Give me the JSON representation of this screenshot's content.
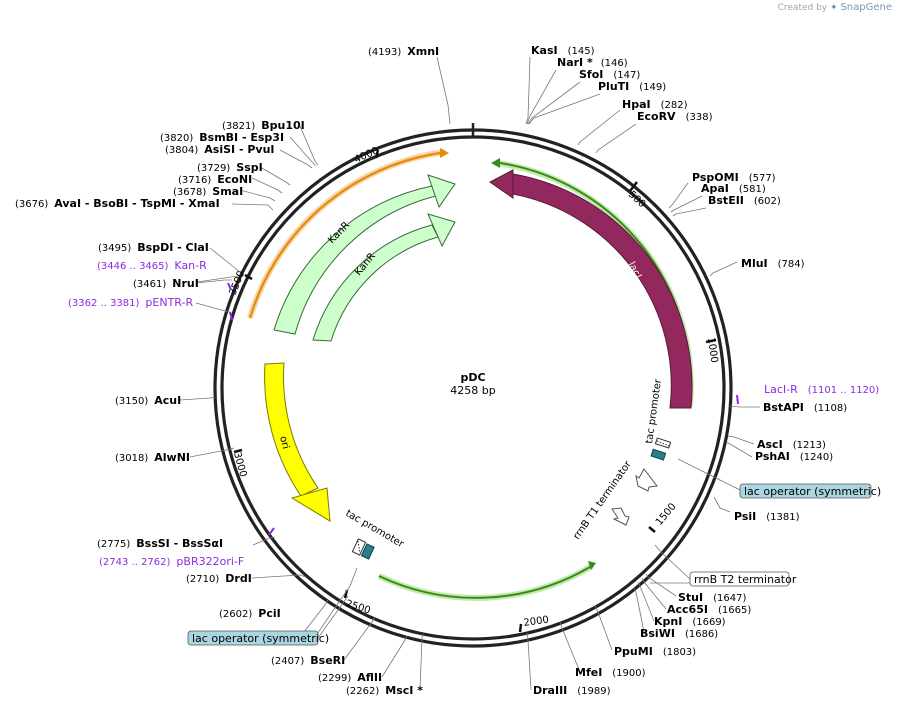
{
  "watermark": {
    "prefix": "Created by",
    "brand": "SnapGene"
  },
  "plasmid": {
    "name": "pDC",
    "length_label": "4258 bp",
    "length": 4258
  },
  "ticks": [
    "500",
    "1000",
    "1500",
    "2000",
    "2500",
    "3000",
    "3500",
    "4000"
  ],
  "enzymes": [
    {
      "id": "xmni",
      "name": "XmnI",
      "pos": "(4193)"
    },
    {
      "id": "kasi",
      "name": "KasI",
      "pos": "(145)"
    },
    {
      "id": "nari",
      "name": "NarI *",
      "pos": "(146)"
    },
    {
      "id": "sfoi",
      "name": "SfoI",
      "pos": "(147)"
    },
    {
      "id": "pluti",
      "name": "PluTI",
      "pos": "(149)"
    },
    {
      "id": "hpai",
      "name": "HpaI",
      "pos": "(282)"
    },
    {
      "id": "ecorv",
      "name": "EcoRV",
      "pos": "(338)"
    },
    {
      "id": "pspomi",
      "name": "PspOMI",
      "pos": "(577)"
    },
    {
      "id": "apai",
      "name": "ApaI",
      "pos": "(581)"
    },
    {
      "id": "bsteii",
      "name": "BstEII",
      "pos": "(602)"
    },
    {
      "id": "mlui",
      "name": "MluI",
      "pos": "(784)"
    },
    {
      "id": "bstapi",
      "name": "BstAPI",
      "pos": "(1108)"
    },
    {
      "id": "asci",
      "name": "AscI",
      "pos": "(1213)"
    },
    {
      "id": "pshai",
      "name": "PshAI",
      "pos": "(1240)"
    },
    {
      "id": "psii",
      "name": "PsiI",
      "pos": "(1381)"
    },
    {
      "id": "stui",
      "name": "StuI",
      "pos": "(1647)"
    },
    {
      "id": "acc65i",
      "name": "Acc65I",
      "pos": "(1665)"
    },
    {
      "id": "kpni",
      "name": "KpnI",
      "pos": "(1669)"
    },
    {
      "id": "bsiwi",
      "name": "BsiWI",
      "pos": "(1686)"
    },
    {
      "id": "ppumi",
      "name": "PpuMI",
      "pos": "(1803)"
    },
    {
      "id": "mfei",
      "name": "MfeI",
      "pos": "(1900)"
    },
    {
      "id": "draiii",
      "name": "DraIII",
      "pos": "(1989)"
    },
    {
      "id": "msci",
      "name": "MscI *",
      "pos": "(2262)"
    },
    {
      "id": "aflii",
      "name": "AflII",
      "pos": "(2299)"
    },
    {
      "id": "bseri",
      "name": "BseRI",
      "pos": "(2407)"
    },
    {
      "id": "pcii",
      "name": "PciI",
      "pos": "(2602)"
    },
    {
      "id": "drdi",
      "name": "DrdI",
      "pos": "(2710)"
    },
    {
      "id": "bsssi",
      "name": "BssSI - BssSαI",
      "pos": "(2775)"
    },
    {
      "id": "alwni",
      "name": "AlwNI",
      "pos": "(3018)"
    },
    {
      "id": "acui",
      "name": "AcuI",
      "pos": "(3150)"
    },
    {
      "id": "nrui",
      "name": "NruI",
      "pos": "(3461)"
    },
    {
      "id": "bspdi",
      "name": "BspDI   - ClaI",
      "pos": "(3495)"
    },
    {
      "id": "avai",
      "name": "AvaI   - BsoBI   - TspMI   - XmaI",
      "pos": "(3676)"
    },
    {
      "id": "smai",
      "name": "SmaI",
      "pos": "(3678)"
    },
    {
      "id": "econi",
      "name": "EcoNI",
      "pos": "(3716)"
    },
    {
      "id": "sspi",
      "name": "SspI",
      "pos": "(3729)"
    },
    {
      "id": "asisi",
      "name": "AsiSI - PvuI",
      "pos": "(3804)"
    },
    {
      "id": "bsmbi",
      "name": "BsmBI - Esp3I",
      "pos": "(3820)"
    },
    {
      "id": "bpu10i",
      "name": "Bpu10I",
      "pos": "(3821)"
    }
  ],
  "primers": [
    {
      "id": "kan-r",
      "name": "Kan-R",
      "range": "(3446 .. 3465)"
    },
    {
      "id": "pentr-r",
      "name": "pENTR-R",
      "range": "(3362 .. 3381)"
    },
    {
      "id": "laci-r",
      "name": "LacI-R",
      "range": "(1101 .. 1120)"
    },
    {
      "id": "pbr322",
      "name": "pBR322ori-F",
      "range": "(2743 .. 2762)"
    }
  ],
  "features": {
    "kanr_outer": "KanR",
    "kanr_inner": "KanR",
    "laci": "lacI",
    "ori": "ori",
    "tac1": "tac promoter",
    "tac2": "tac promoter",
    "rrnb_t1": "rrnB T1 terminator",
    "lacop1": "lac operator (symmetric)",
    "lacop2": "lac operator (symmetric)",
    "rrnb_t2": "rrnB T2 terminator"
  },
  "colors": {
    "backbone": "#222222",
    "kanr": "#ccffcc",
    "laci": "#92285e",
    "ori": "#ffff00",
    "orange_arc": "#f0a030",
    "green_arc": "#3a8a1a",
    "primer": "#8a2be2",
    "operator": "#2a7f8a",
    "operator_box": "#a9d6e0"
  }
}
